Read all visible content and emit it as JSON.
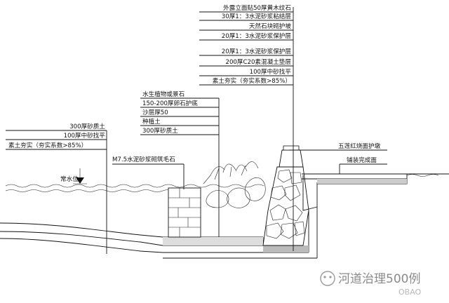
{
  "callouts": {
    "right_stack": [
      "外露立面贴50厚黄木纹石",
      "30厚1：3水泥砂浆粘结层",
      "天然石块砌护坡",
      "20厚1：3水泥砂浆保护层",
      "20厚1：3水泥砂浆保护层",
      "200厚C20素混凝土垫层",
      "100厚中砂找平",
      "素土夯实（夯实系数>85%）"
    ],
    "middle_stack": [
      "水生植物或景石",
      "150-200厚卵石护底",
      "沙层厚50",
      "种植土",
      "300厚砂质土"
    ],
    "left_stack": [
      "300厚砂质土",
      "100厚中砂找平",
      "素土夯实（夯实系数>85%）"
    ],
    "rubble_wall": "M7.5水泥砂浆砌筑毛石",
    "curb": "五莲红烧面护墩",
    "paving": "铺装完成面",
    "water_level": "常水位"
  },
  "watermark": {
    "title": "河道治理500例",
    "sub": "OBAO"
  }
}
